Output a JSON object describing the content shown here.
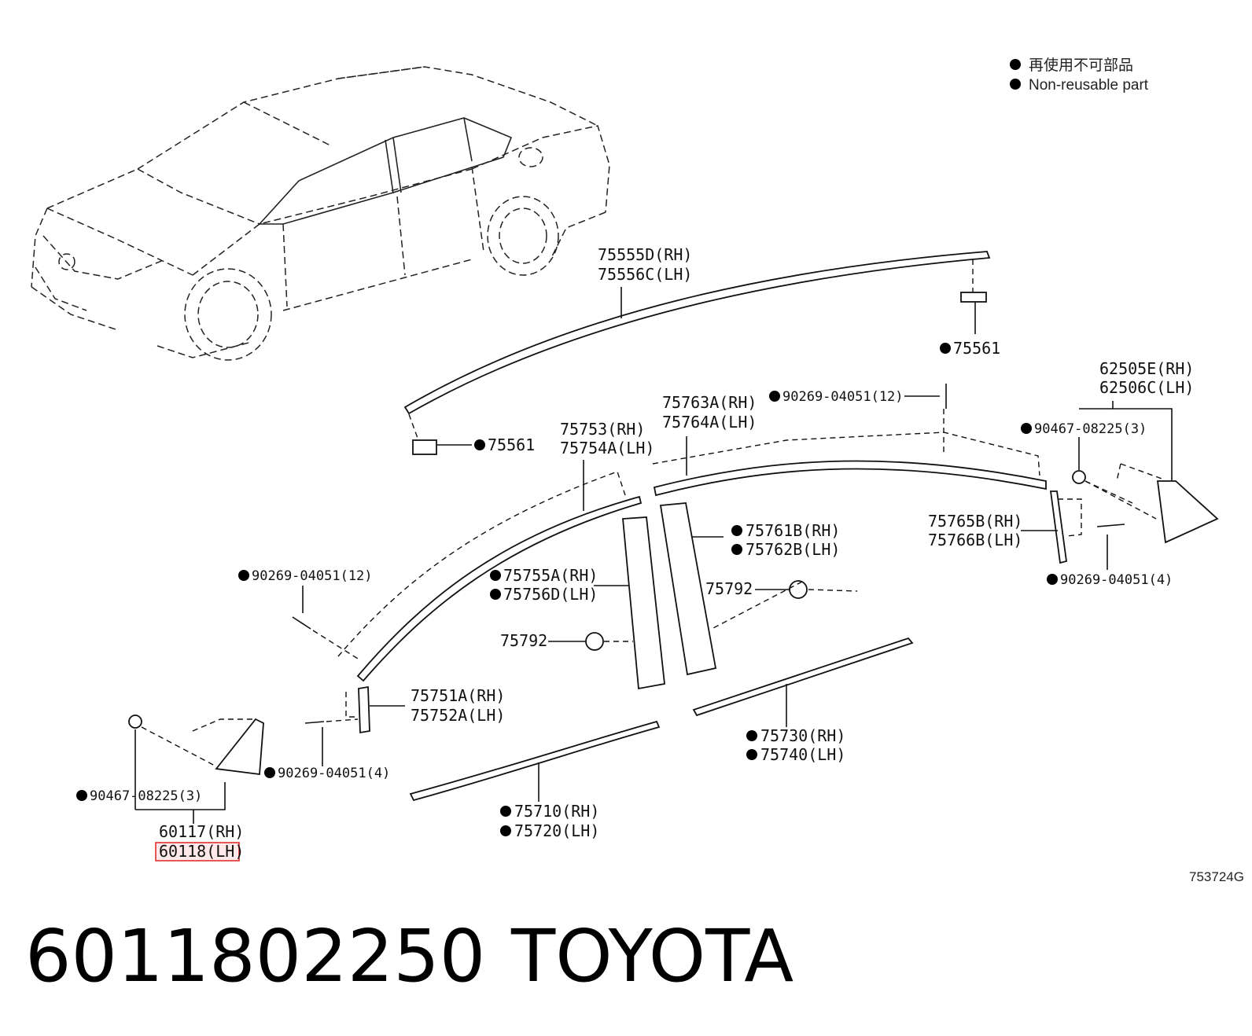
{
  "legend": {
    "line_cn": "再使用不可部品",
    "line_en": "Non-reusable part"
  },
  "diagram_code": "753724G",
  "footer": {
    "part_number": "6011802250",
    "brand": "TOYOTA"
  },
  "highlight_color": "#e03030",
  "parts": {
    "p75555d": "75555D(RH)",
    "p75556c": "75556C(LH)",
    "p75561_top": "75561",
    "p75561_left": "75561",
    "p90269_12_top": "90269-04051(12)",
    "p62505e": "62505E(RH)",
    "p62506c": "62506C(LH)",
    "p75763a": "75763A(RH)",
    "p75764a": "75764A(LH)",
    "p75753": "75753(RH)",
    "p75754a": "75754A(LH)",
    "p90467_right": "90467-08225(3)",
    "p75761b": "75761B(RH)",
    "p75762b": "75762B(LH)",
    "p75765b": "75765B(RH)",
    "p75766b": "75766B(LH)",
    "p90269_12_left": "90269-04051(12)",
    "p75755a": "75755A(RH)",
    "p75756d": "75756D(LH)",
    "p75792_right": "75792",
    "p75792_left": "75792",
    "p90269_4_right": "90269-04051(4)",
    "p75751a": "75751A(RH)",
    "p75752a": "75752A(LH)",
    "p75730": "75730(RH)",
    "p75740": "75740(LH)",
    "p90269_4_left": "90269-04051(4)",
    "p90467_left": "90467-08225(3)",
    "p60117": "60117(RH)",
    "p60118": "60118(LH)",
    "p75710": "75710(RH)",
    "p75720": "75720(LH)"
  }
}
